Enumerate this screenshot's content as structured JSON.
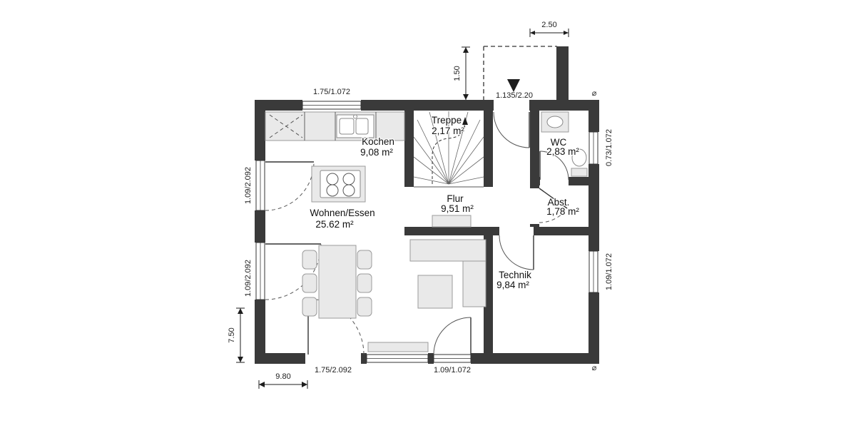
{
  "plan": {
    "rooms": {
      "kochen": {
        "name": "Kochen",
        "area": "9,08 m²"
      },
      "treppe": {
        "name": "Treppe",
        "area": "2,17 m²"
      },
      "wc": {
        "name": "WC",
        "area": "2,83 m²"
      },
      "flur": {
        "name": "Flur",
        "area": "9,51 m²"
      },
      "abst": {
        "name": "Abst.",
        "area": "1,78 m²"
      },
      "wohnen": {
        "name": "Wohnen/Essen",
        "area": "25.62 m²"
      },
      "technik": {
        "name": "Technik",
        "area": "9,84 m²"
      }
    },
    "dimensions": {
      "canopy_width": "2.50",
      "canopy_depth": "1.50",
      "kitchen_window": "1.75/1.072",
      "entrance_door": "1.135/2.20",
      "wc_window": "0.73/1.072",
      "technik_window": "1.09/1.072",
      "left_window_upper": "1.09/2.092",
      "left_window_lower": "1.09/2.092",
      "house_depth": "7.50",
      "terrace_door": "1.75/2.092",
      "bottom_window": "1.09/1.072",
      "house_width": "9.80"
    },
    "symbols": {
      "level_marker_top": "⌀",
      "level_marker_bottom": "⌀"
    }
  }
}
